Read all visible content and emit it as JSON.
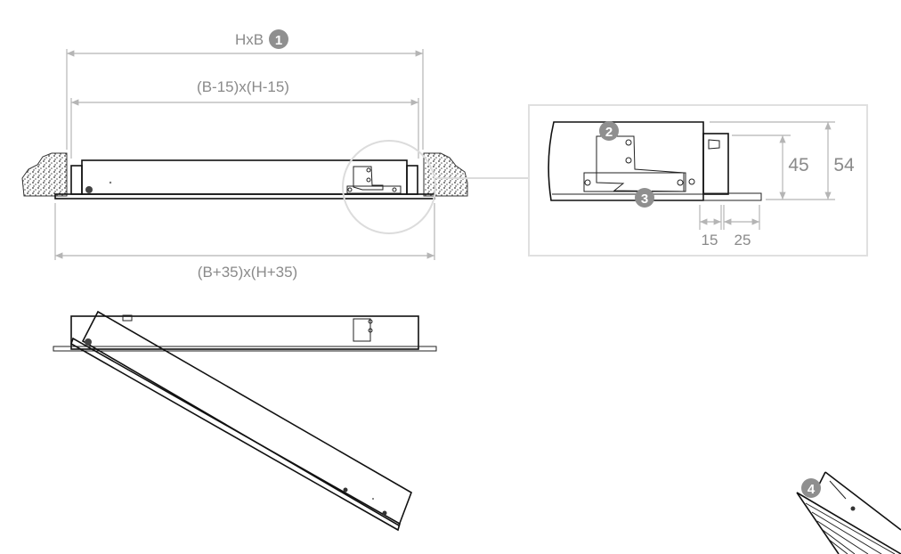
{
  "dimensions": {
    "overall": "HxB",
    "inner": "(B-15)x(H-15)",
    "outer": "(B+35)x(H+35)",
    "detail_height_inner": "45",
    "detail_height_total": "54",
    "detail_width_a": "15",
    "detail_width_b": "25"
  },
  "callouts": [
    "1",
    "2",
    "3",
    "4"
  ],
  "colors": {
    "dimension": "#8a8a8a",
    "badge": "#8f8f8f",
    "line": "#111111"
  }
}
